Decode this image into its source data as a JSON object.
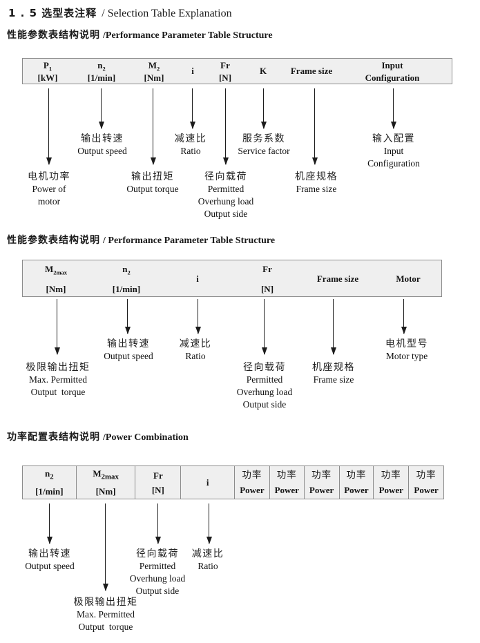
{
  "title": {
    "zh": "1 . 5 选型表注释",
    "en": "/ Selection Table Explanation"
  },
  "s1": {
    "heading": {
      "zh": "性能参数表结构说明",
      "en": "/Performance Parameter Table Structure"
    },
    "table": {
      "columns": [
        {
          "sym": "P",
          "sub": "1",
          "unit": "[kW]"
        },
        {
          "sym": "n",
          "sub": "2",
          "unit": "[1/min]"
        },
        {
          "sym": "M",
          "sub": "2",
          "unit": "[Nm]"
        },
        {
          "sym": "i"
        },
        {
          "sym": "Fr",
          "unit": "[N]"
        },
        {
          "sym": "K"
        },
        {
          "sym": "Frame size"
        },
        {
          "sym": "Input",
          "unit": "Configuration"
        }
      ]
    },
    "labels": {
      "p1": [
        "电机功率",
        "Power of",
        "motor"
      ],
      "n2": [
        "输出转速",
        "Output speed"
      ],
      "m2": [
        "输出扭矩",
        "Output torque"
      ],
      "i": [
        "减速比",
        "Ratio"
      ],
      "fr": [
        "径向载荷",
        "Permitted",
        "Overhung load",
        "Output side"
      ],
      "k": [
        "服务系数",
        "Service factor"
      ],
      "frame": [
        "机座规格",
        "Frame size"
      ],
      "input": [
        "输入配置",
        "Input",
        "Configuration"
      ]
    }
  },
  "s2": {
    "heading": {
      "zh": "性能参数表结构说明",
      "en": "/ Performance Parameter Table Structure"
    },
    "table": {
      "columns": [
        {
          "sym": "M",
          "sub": "2max",
          "unit": "[Nm]"
        },
        {
          "sym": "n",
          "sub": "2",
          "unit": "[1/min]"
        },
        {
          "sym": "i"
        },
        {
          "sym": "Fr",
          "unit": "[N]"
        },
        {
          "sym": "Frame size"
        },
        {
          "sym": "Motor"
        }
      ]
    },
    "labels": {
      "m2max": [
        "极限输出扭矩",
        "Max. Permitted",
        "Output  torque"
      ],
      "n2": [
        "输出转速",
        "Output speed"
      ],
      "i": [
        "减速比",
        "Ratio"
      ],
      "fr": [
        "径向载荷",
        "Permitted",
        "Overhung load",
        "Output side"
      ],
      "frame": [
        "机座规格",
        "Frame size"
      ],
      "motor": [
        "电机型号",
        "Motor type"
      ]
    }
  },
  "s3": {
    "heading": {
      "zh": "功率配置表结构说明",
      "en": "/Power Combination"
    },
    "table": {
      "columns": [
        {
          "sym": "n",
          "sub": "2",
          "unit": "[1/min]"
        },
        {
          "sym": "M",
          "sub": "2max",
          "unit": "[Nm]"
        },
        {
          "sym": "Fr",
          "unit": "[N]"
        },
        {
          "sym": "i"
        }
      ],
      "power_cols": [
        {
          "zh": "功率",
          "en": "Power"
        },
        {
          "zh": "功率",
          "en": "Power"
        },
        {
          "zh": "功率",
          "en": "Power"
        },
        {
          "zh": "功率",
          "en": "Power"
        },
        {
          "zh": "功率",
          "en": "Power"
        },
        {
          "zh": "功率",
          "en": "Power"
        }
      ]
    },
    "labels": {
      "n2": [
        "输出转速",
        "Output speed"
      ],
      "m2max": [
        "极限输出扭矩",
        "Max. Permitted",
        "Output  torque"
      ],
      "fr": [
        "径向载荷",
        "Permitted",
        "Overhung load",
        "Output side"
      ],
      "i": [
        "减速比",
        "Ratio"
      ]
    }
  },
  "colors": {
    "table_fill": "#efefef",
    "table_border": "#8c8c8c",
    "text": "#1a1a1a"
  }
}
